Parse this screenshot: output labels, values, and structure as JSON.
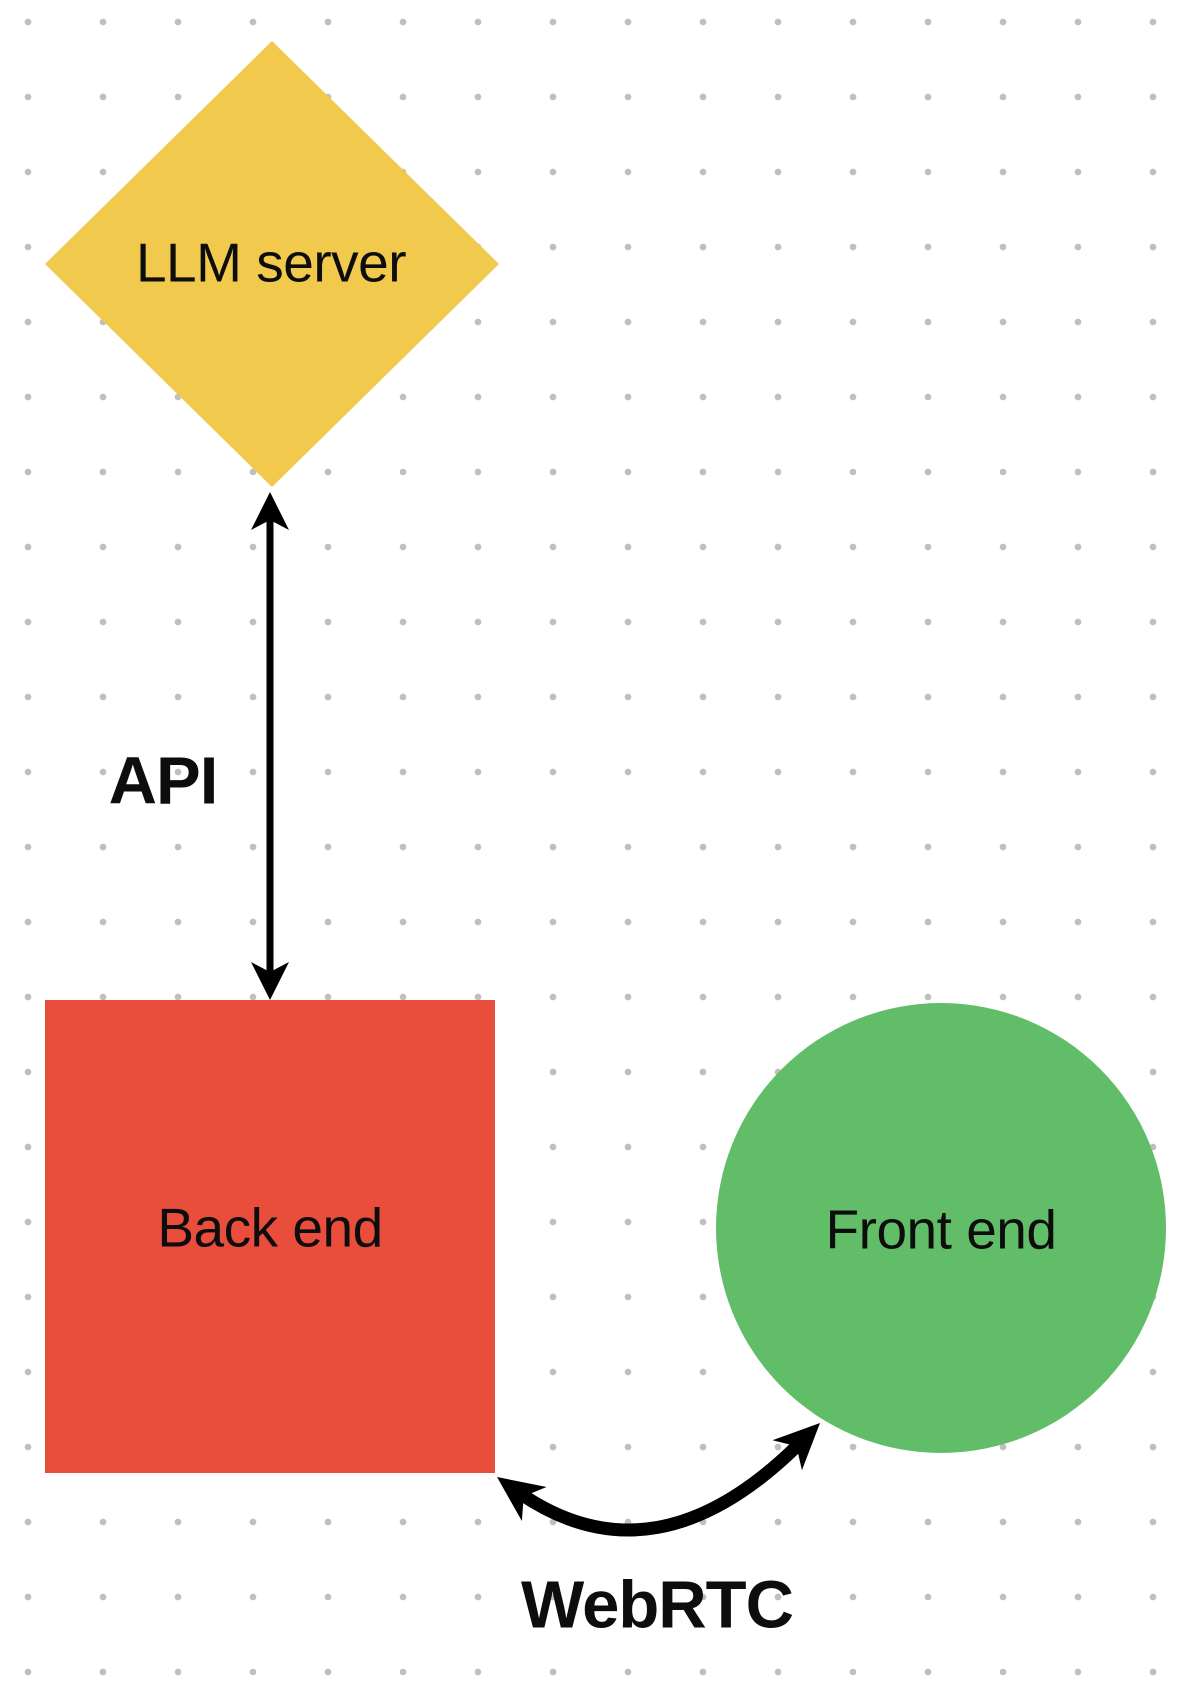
{
  "diagram": {
    "background": {
      "color": "#ffffff",
      "dot_color": "#bfbfbf"
    },
    "text_color": "#0d0d0d",
    "nodes": [
      {
        "id": "llm-server",
        "shape": "diamond",
        "label": "LLM server",
        "color": "#f0c94d"
      },
      {
        "id": "back-end",
        "shape": "square",
        "label": "Back end",
        "color": "#e94d3c"
      },
      {
        "id": "front-end",
        "shape": "circle",
        "label": "Front end",
        "color": "#61bd68"
      }
    ],
    "edges": [
      {
        "id": "api",
        "label": "API",
        "style": "straight-double-arrow",
        "from": "back-end",
        "to": "llm-server",
        "color": "#000000"
      },
      {
        "id": "webrtc",
        "label": "WebRTC",
        "style": "curved-double-arrow",
        "from": "back-end",
        "to": "front-end",
        "color": "#000000"
      }
    ]
  }
}
